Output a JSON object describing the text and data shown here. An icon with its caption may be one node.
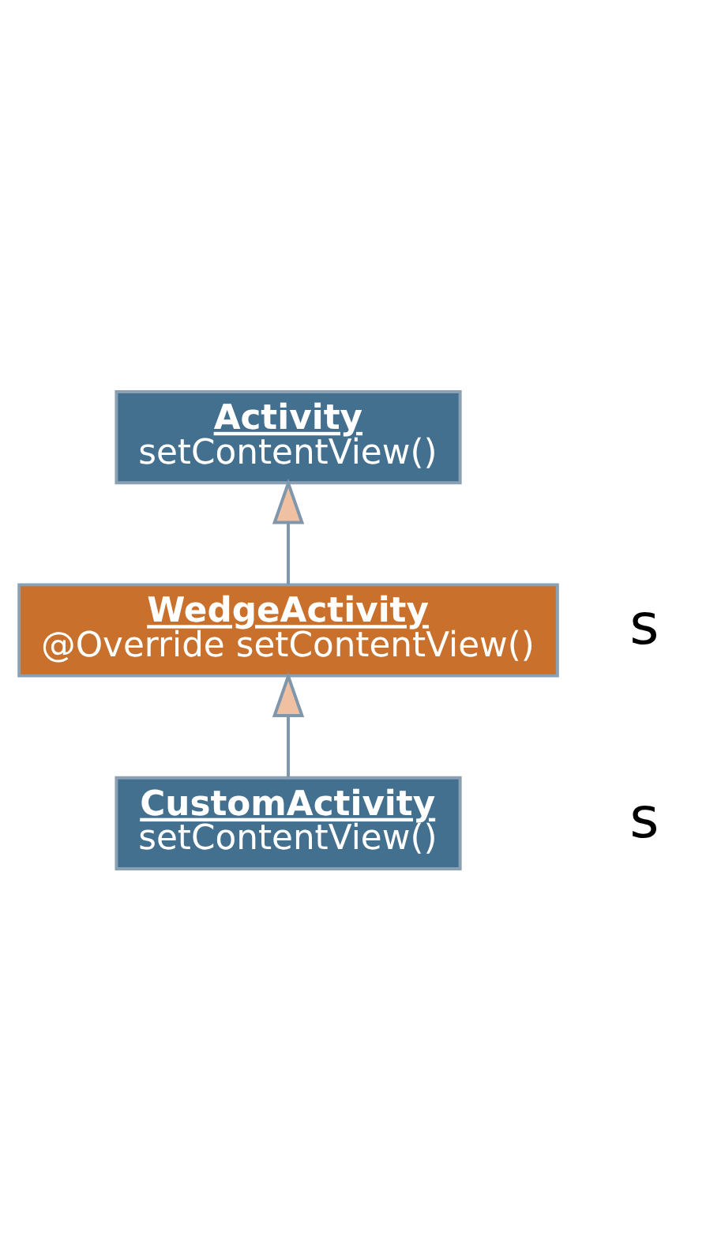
{
  "diagram": {
    "nodes": [
      {
        "text": [
          "Activity",
          "setContentView()"
        ]
      },
      {
        "text": [
          "WedgeActivity",
          "@Override setContentView()"
        ]
      },
      {
        "text": [
          "CustomActivity",
          "setContentView()"
        ]
      }
    ],
    "edges": [
      {
        "from": 2,
        "to": 1,
        "arrow": "to"
      },
      {
        "from": 1,
        "to": 0,
        "arrow": "to"
      }
    ],
    "labels": [
      "s",
      "s"
    ]
  }
}
